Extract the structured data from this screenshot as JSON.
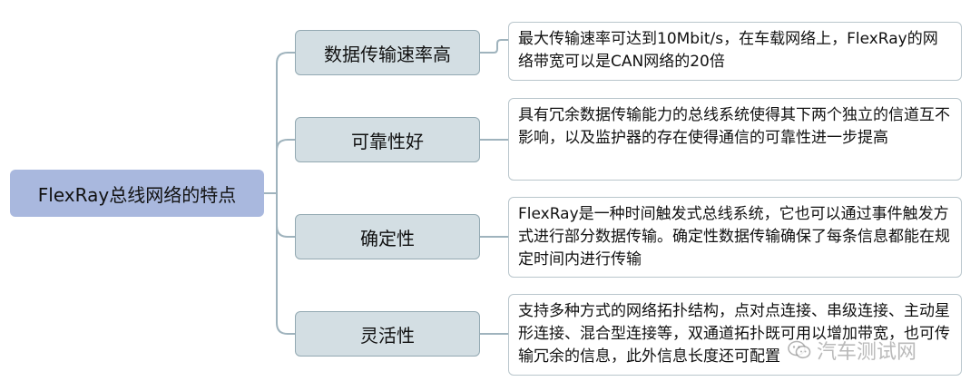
{
  "root": {
    "label": "FlexRay总线网络的特点"
  },
  "features": [
    {
      "title": "数据传输速率高",
      "description": "最大传输速率可达到10Mbit/s，在车载网络上，FlexRay的网络带宽可以是CAN网络的20倍"
    },
    {
      "title": "可靠性好",
      "description": "具有冗余数据传输能力的总线系统使得其下两个独立的信道互不影响，以及监护器的存在使得通信的可靠性进一步提高"
    },
    {
      "title": "确定性",
      "description": "FlexRay是一种时间触发式总线系统，它也可以通过事件触发方式进行部分数据传输。确定性数据传输确保了每条信息都能在规定时间内进行传输"
    },
    {
      "title": "灵活性",
      "description": "支持多种方式的网络拓扑结构，点对点连接、串级连接、主动星形连接、混合型连接等，双通道拓扑既可用以增加带宽，也可传输冗余的信息，此外信息长度还可配置"
    }
  ],
  "watermark": {
    "text": "汽车测试网",
    "icon": "wechat-icon"
  },
  "colors": {
    "root_fill": "#a9b8de",
    "node_fill": "#d3dee3",
    "connector": "#9fb3bd"
  }
}
